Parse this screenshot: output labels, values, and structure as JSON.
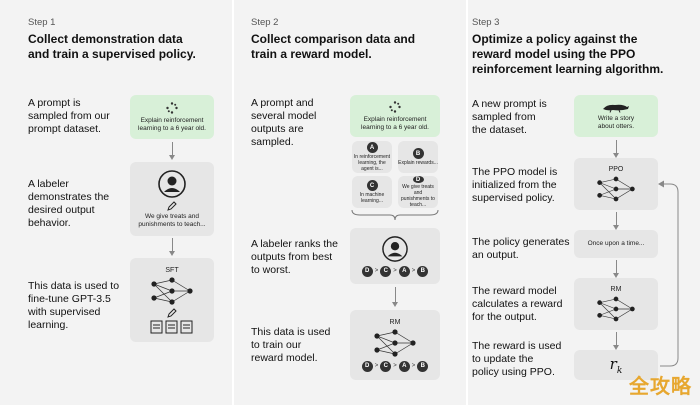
{
  "step1": {
    "label": "Step 1",
    "title_line1": "Collect demonstration data",
    "title_line2": "and train a supervised policy.",
    "desc1": [
      "A prompt is",
      "sampled from our",
      "prompt dataset."
    ],
    "prompt": [
      "Explain reinforcement",
      "learning to a 6 year old."
    ],
    "desc2": [
      "A labeler",
      "demonstrates the",
      "desired output",
      "behavior."
    ],
    "demo": [
      "We give treats and",
      "punishments to teach..."
    ],
    "desc3": [
      "This data is used to",
      "fine-tune GPT-3.5",
      "with supervised",
      "learning."
    ],
    "model": "SFT"
  },
  "step2": {
    "label": "Step 2",
    "title_line1": "Collect comparison data and",
    "title_line2": "train a reward model.",
    "desc1": [
      "A prompt and",
      "several model",
      "outputs are",
      "sampled."
    ],
    "prompt": [
      "Explain reinforcement",
      "learning to a 6 year old."
    ],
    "outputs": [
      {
        "id": "A",
        "text": [
          "In reinforcement",
          "learning, the",
          "agent is..."
        ]
      },
      {
        "id": "B",
        "text": [
          "Explain rewards..."
        ]
      },
      {
        "id": "C",
        "text": [
          "In machine",
          "learning..."
        ]
      },
      {
        "id": "D",
        "text": [
          "We give treats and",
          "punishments to",
          "teach..."
        ]
      }
    ],
    "desc2": [
      "A labeler ranks the",
      "outputs from best",
      "to worst."
    ],
    "ranking": [
      "D",
      "C",
      "A",
      "B"
    ],
    "desc3": [
      "This data is used",
      "to train our",
      "reward model."
    ],
    "model": "RM"
  },
  "step3": {
    "label": "Step 3",
    "title_line1": "Optimize a policy against the",
    "title_line2": "reward model using the PPO",
    "title_line3": "reinforcement learning algorithm.",
    "desc1": [
      "A new prompt is",
      "sampled from",
      "the dataset."
    ],
    "prompt": [
      "Write a story",
      "about otters."
    ],
    "desc2": [
      "The PPO model is",
      "initialized from the",
      "supervised policy."
    ],
    "model_ppo": "PPO",
    "desc3": [
      "The policy generates",
      "an output."
    ],
    "output": "Once upon a time...",
    "desc4": [
      "The reward model",
      "calculates a reward",
      "for the output."
    ],
    "model_rm": "RM",
    "desc5": [
      "The reward is used",
      "to update the",
      "policy using PPO."
    ],
    "reward_symbol": "r",
    "reward_sub": "k"
  },
  "watermark": "全攻略"
}
